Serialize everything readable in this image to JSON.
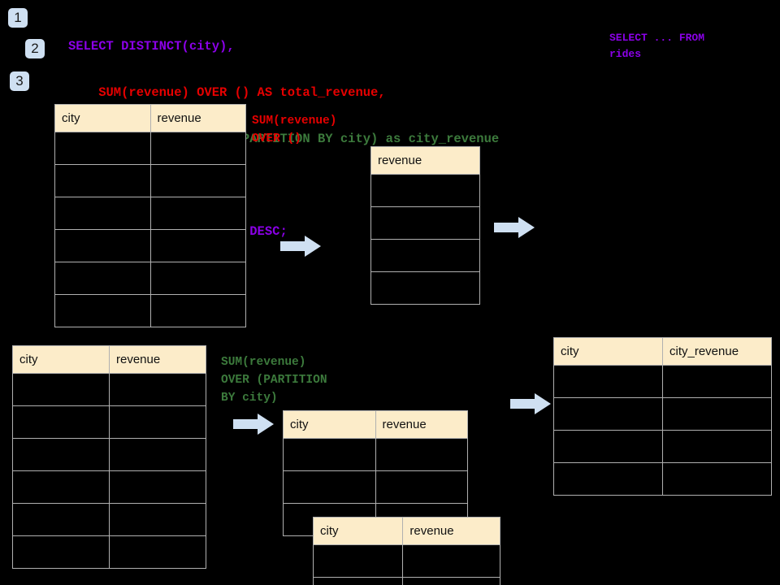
{
  "diagram": {
    "title_visible": false,
    "background_color": "#000000",
    "header_fill": "#fcecc9",
    "grid_line_color": "#b0b0b0",
    "arrow_color": "#cfe0f2",
    "badge_fill": "#cfe0f2"
  },
  "steps": [
    {
      "label": "1"
    },
    {
      "label": "2"
    },
    {
      "label": "3"
    }
  ],
  "sql": {
    "lines": [
      {
        "text": "SELECT DISTINCT(city),",
        "color": "#8b00e8",
        "indent": 0
      },
      {
        "text": "    SUM(revenue) OVER () AS total_revenue,",
        "color": "#e60000",
        "indent": 0
      },
      {
        "text": "    SUM(revenue) OVER (PARTITION BY city) as city_revenue",
        "color": "#3c7a3c",
        "indent": 0
      },
      {
        "text": "  FROM rides",
        "color": "#8b00e8",
        "indent": 0
      },
      {
        "text": "  ORDER by city_revenue DESC;",
        "color": "#8b00e8",
        "indent": 0
      }
    ]
  },
  "annotations": {
    "select_from": {
      "text": "SELECT ... FROM\nrides",
      "color": "#8b00e8"
    },
    "sum_over_empty": {
      "text": "SUM(revenue)\nOVER ()",
      "color": "#e60000"
    },
    "sum_over_partition": {
      "text": "SUM(revenue)\nOVER (PARTITION\nBY city)",
      "color": "#3c7a3c"
    }
  },
  "tables": {
    "rides_top": {
      "name": "rides-source-table-top",
      "headers": [
        "city",
        "revenue"
      ],
      "row_count": 6,
      "rows": [
        [
          "",
          ""
        ],
        [
          "",
          ""
        ],
        [
          "",
          ""
        ],
        [
          "",
          ""
        ],
        [
          "",
          ""
        ],
        [
          "",
          ""
        ]
      ]
    },
    "total_revenue": {
      "name": "total-revenue-table",
      "headers": [
        "revenue"
      ],
      "row_count": 4,
      "rows": [
        [
          ""
        ],
        [
          ""
        ],
        [
          ""
        ],
        [
          ""
        ]
      ]
    },
    "rides_bottom": {
      "name": "rides-source-table-bottom",
      "headers": [
        "city",
        "revenue"
      ],
      "row_count": 6,
      "rows": [
        [
          "",
          ""
        ],
        [
          "",
          ""
        ],
        [
          "",
          ""
        ],
        [
          "",
          ""
        ],
        [
          "",
          ""
        ],
        [
          "",
          ""
        ]
      ]
    },
    "partition_a": {
      "name": "partition-group-table-a",
      "headers": [
        "city",
        "revenue"
      ],
      "row_count": 3,
      "rows": [
        [
          "",
          ""
        ],
        [
          "",
          ""
        ],
        [
          "",
          ""
        ]
      ]
    },
    "partition_b": {
      "name": "partition-group-table-b",
      "headers": [
        "city",
        "revenue"
      ],
      "row_count": 2,
      "rows": [
        [
          "",
          ""
        ],
        [
          "",
          ""
        ]
      ]
    },
    "result": {
      "name": "city-revenue-result-table",
      "headers": [
        "city",
        "city_revenue"
      ],
      "row_count": 4,
      "rows": [
        [
          "",
          ""
        ],
        [
          "",
          ""
        ],
        [
          "",
          ""
        ],
        [
          "",
          ""
        ]
      ]
    }
  },
  "arrows": [
    {
      "id": "arrow-top-1",
      "direction": "right"
    },
    {
      "id": "arrow-top-2",
      "direction": "right"
    },
    {
      "id": "arrow-bottom-1",
      "direction": "right"
    },
    {
      "id": "arrow-bottom-2",
      "direction": "right"
    }
  ]
}
